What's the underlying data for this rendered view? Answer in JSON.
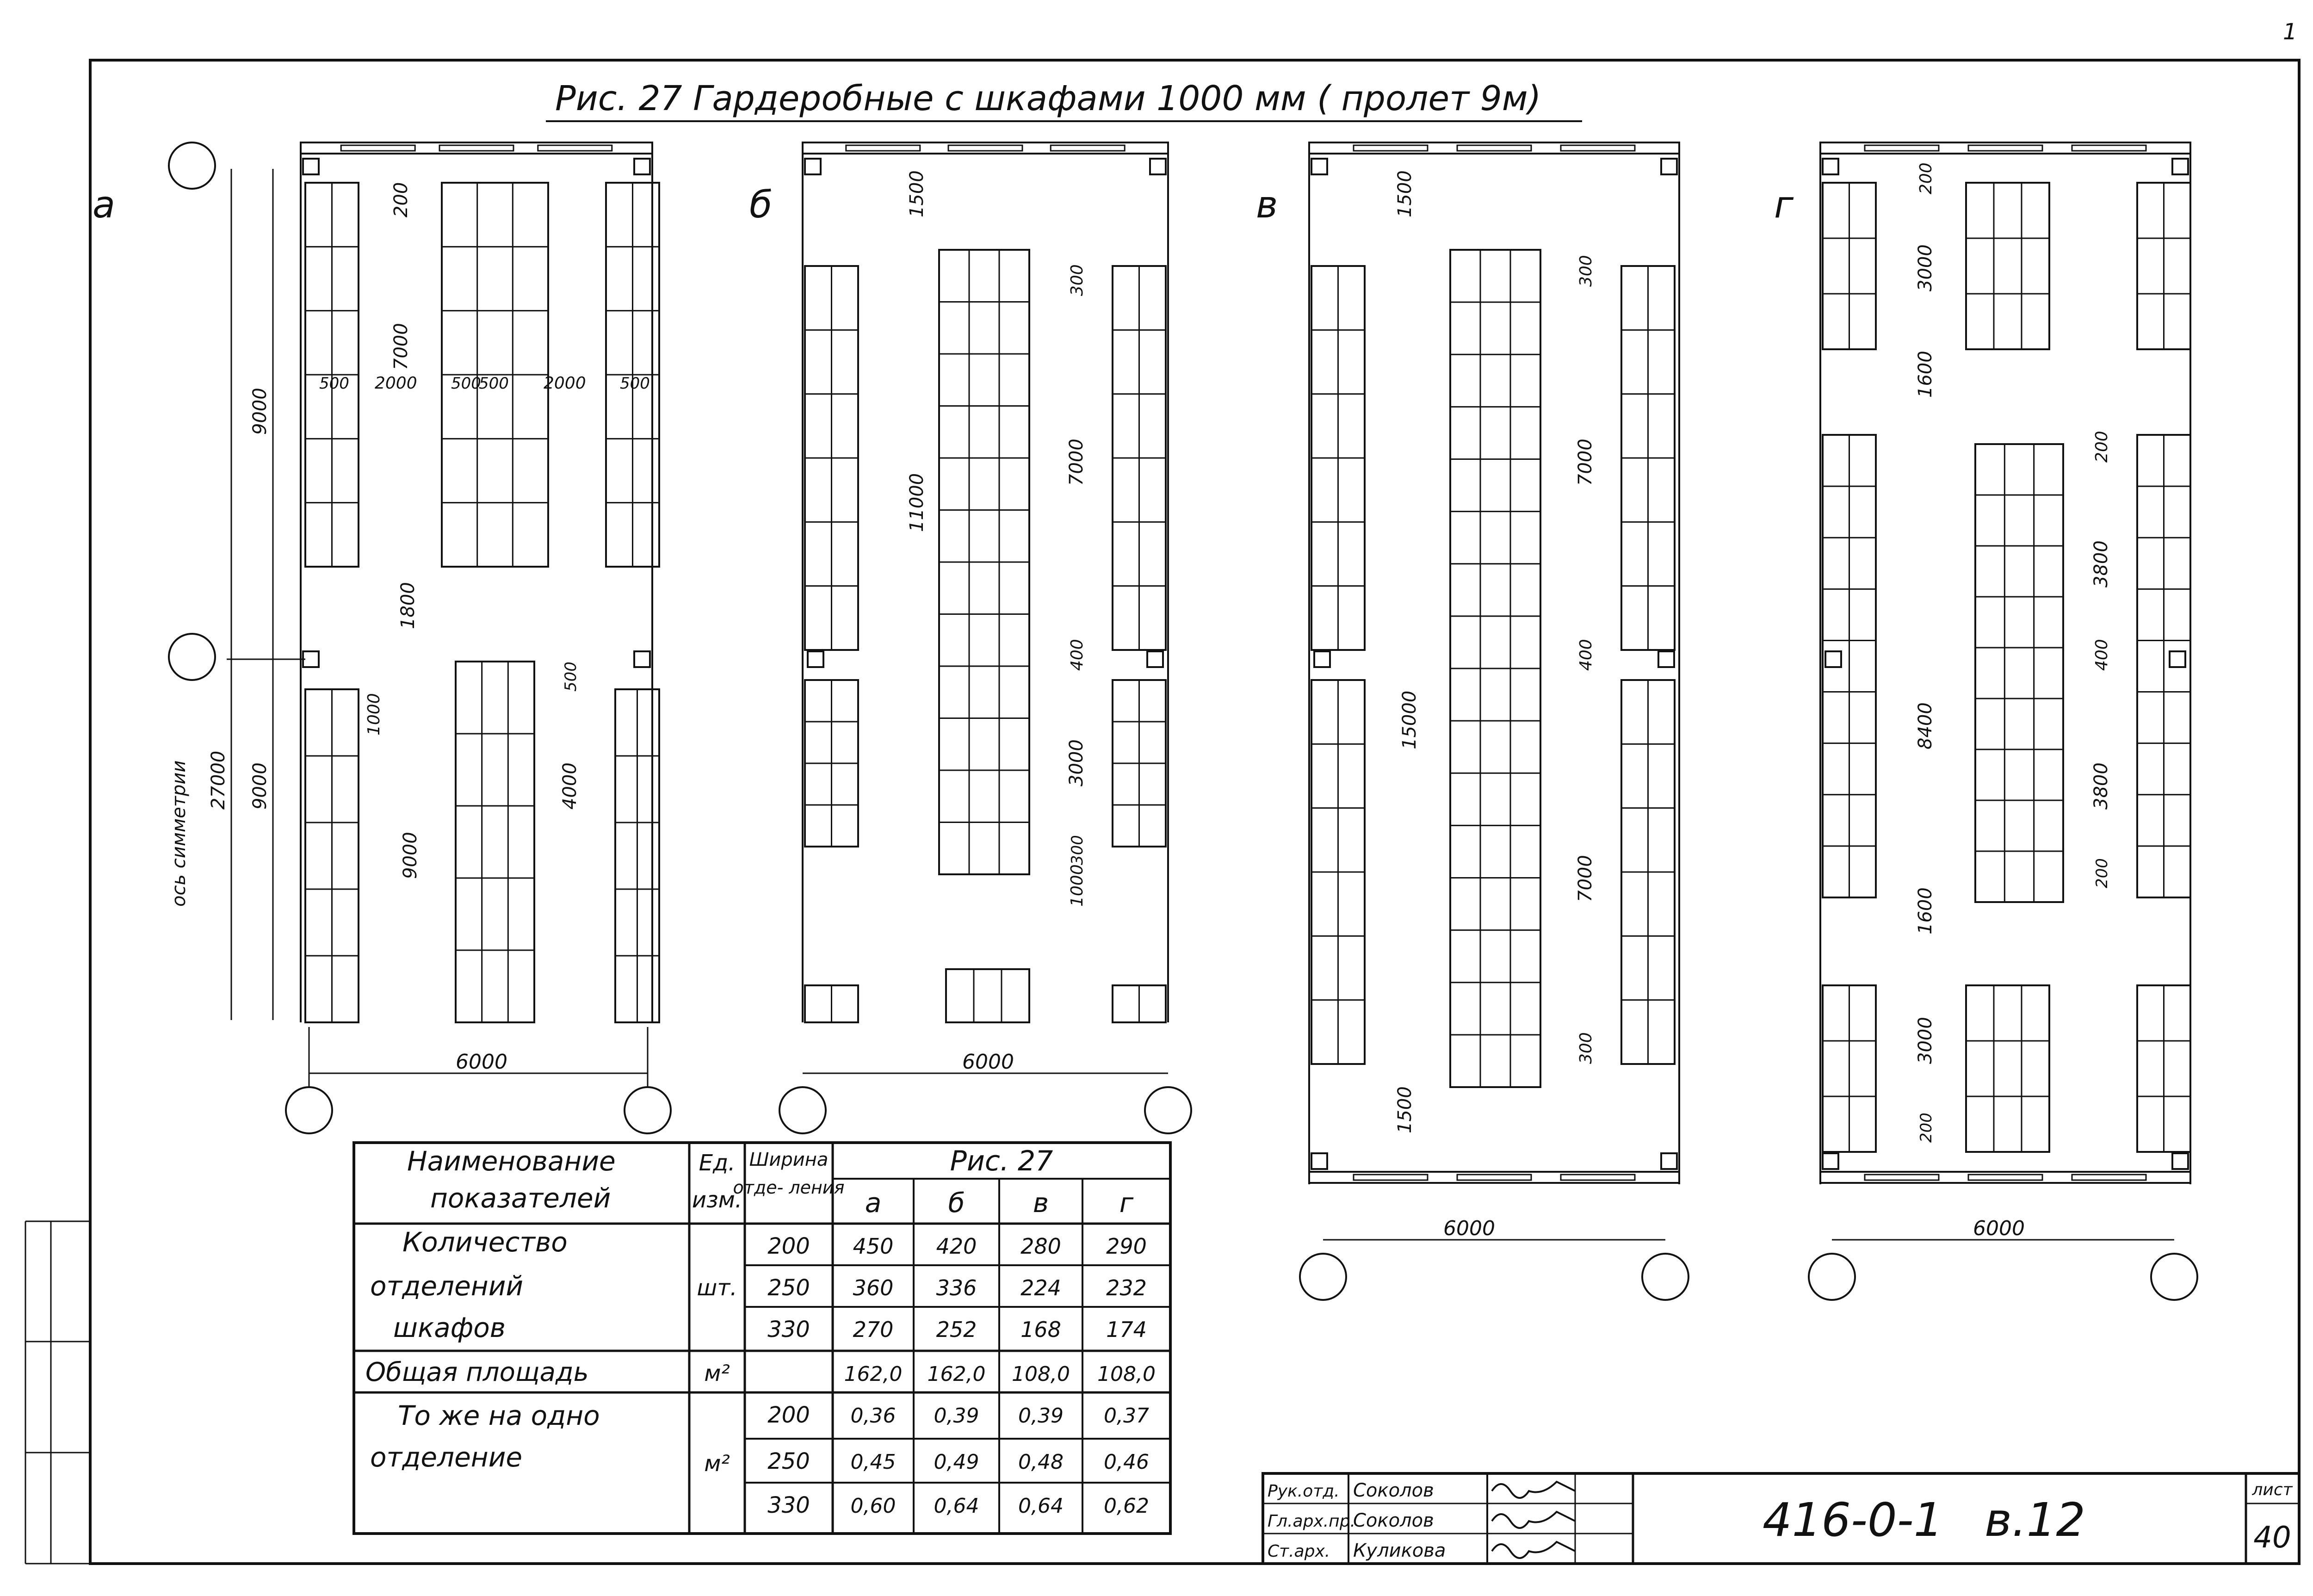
{
  "sheet_corner_mark": "1",
  "figure": {
    "title": "Рис. 27   Гардеробные   с  шкафами  1000 мм ( пролет  9м)",
    "variants": [
      "а",
      "б",
      "в",
      "г"
    ]
  },
  "plan_a": {
    "dims": [
      "200",
      "7000",
      "500",
      "2000",
      "500",
      "500",
      "2000",
      "500",
      "9000",
      "1800",
      "1000",
      "9000",
      "500",
      "4000",
      "9000",
      "27000",
      "ось симметрии",
      "6000"
    ]
  },
  "plan_b": {
    "dims": [
      "1500",
      "300",
      "7000",
      "11000",
      "400",
      "3000",
      "1000",
      "300",
      "6000"
    ]
  },
  "plan_v": {
    "dims": [
      "1500",
      "300",
      "7000",
      "400",
      "15000",
      "7000",
      "300",
      "1500",
      "6000"
    ]
  },
  "plan_g": {
    "dims": [
      "200",
      "3000",
      "1600",
      "200",
      "3800",
      "400",
      "8400",
      "3800",
      "200",
      "1600",
      "3000",
      "200",
      "6000"
    ]
  },
  "table": {
    "head_name": "Наименование показателей",
    "head_unit": "Ед. изм.",
    "head_width": "Ширина отде- ления",
    "head_fig": "Рис. 27",
    "cols": [
      "а",
      "б",
      "в",
      "г"
    ],
    "group1_label_lines": [
      "Количество",
      "отделений",
      "шкафов"
    ],
    "group1_unit": "шт.",
    "group1_rows": [
      {
        "w": "200",
        "v": [
          "450",
          "420",
          "280",
          "290"
        ]
      },
      {
        "w": "250",
        "v": [
          "360",
          "336",
          "224",
          "232"
        ]
      },
      {
        "w": "330",
        "v": [
          "270",
          "252",
          "168",
          "174"
        ]
      }
    ],
    "area_label": "Общая площадь",
    "area_unit": "м²",
    "area_values": [
      "162,0",
      "162,0",
      "108,0",
      "108,0"
    ],
    "group3_label_lines": [
      "То же на одно",
      "отделение"
    ],
    "group3_unit": "м²",
    "group3_rows": [
      {
        "w": "200",
        "v": [
          "0,36",
          "0,39",
          "0,39",
          "0,37"
        ]
      },
      {
        "w": "250",
        "v": [
          "0,45",
          "0,49",
          "0,48",
          "0,46"
        ]
      },
      {
        "w": "330",
        "v": [
          "0,60",
          "0,64",
          "0,64",
          "0,62"
        ]
      }
    ]
  },
  "title_block": {
    "rows": [
      {
        "role": "Рук.отд.",
        "name": "Соколов"
      },
      {
        "role": "Гл.арх.пр.",
        "name": "Соколов"
      },
      {
        "role": "Ст.арх.",
        "name": "Куликова"
      }
    ],
    "doc_code": "416-0-1",
    "volume": "в.12",
    "sheet_label": "лист",
    "sheet_number": "40"
  }
}
